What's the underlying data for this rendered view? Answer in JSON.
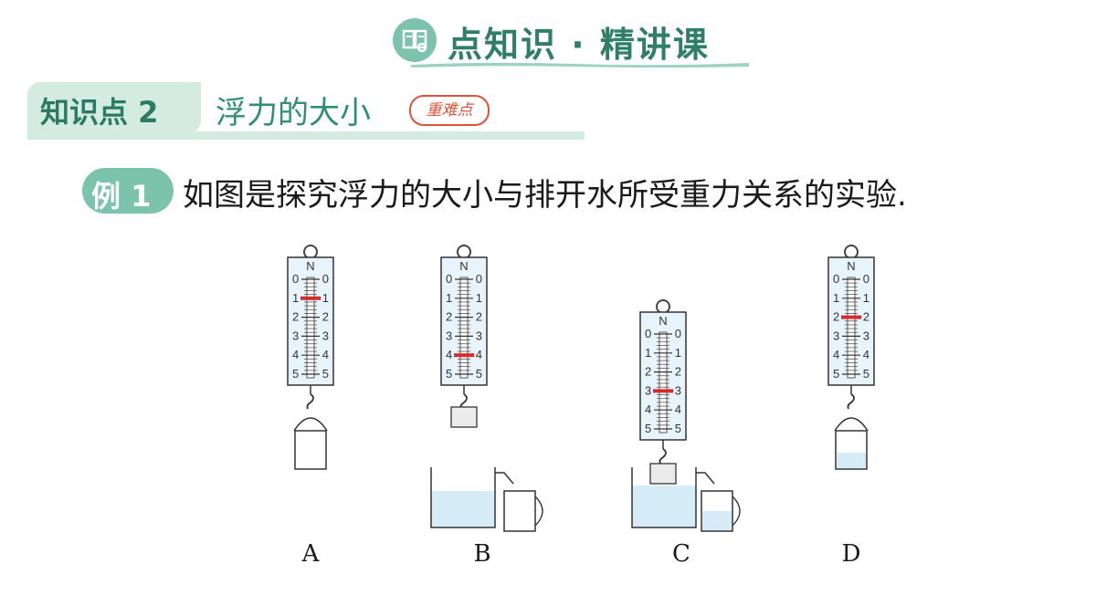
{
  "header": {
    "title": "点知识 · 精讲课"
  },
  "knowledge_point": {
    "tag": "知识点 2",
    "title": "浮力的大小",
    "badge": "重难点"
  },
  "example": {
    "tag": "例 1",
    "text": "如图是探究浮力的大小与排开水所受重力关系的实验."
  },
  "figure": {
    "scale_unit": "N",
    "scale_ticks": [
      "0",
      "1",
      "2",
      "3",
      "4",
      "5"
    ],
    "readings_N": {
      "A": 1,
      "B": 4,
      "C": 3,
      "D": 2
    },
    "labels": [
      "A",
      "B",
      "C",
      "D"
    ],
    "colors": {
      "water": "#d6ecf7",
      "pointer": "#d92a2a",
      "accent": "#7cc3ab"
    }
  }
}
